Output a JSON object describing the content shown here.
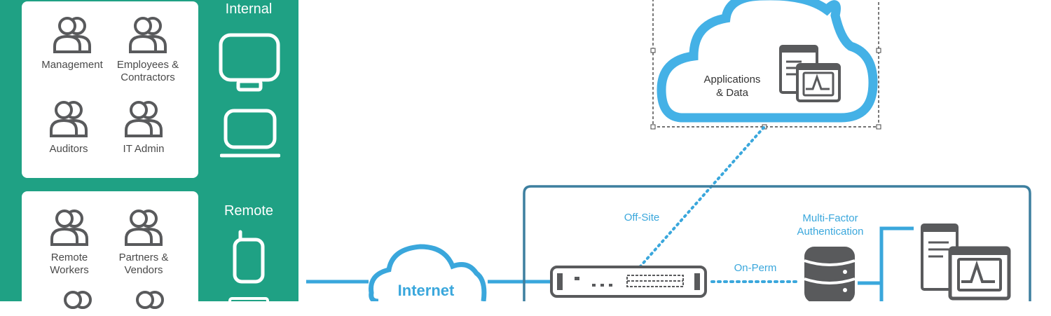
{
  "groups": {
    "internal_label": "Internal",
    "remote_label": "Remote",
    "internal_users": [
      {
        "label": "Management"
      },
      {
        "label": "Employees &\nContractors"
      },
      {
        "label": "Auditors"
      },
      {
        "label": "IT Admin"
      }
    ],
    "remote_users": [
      {
        "label": "Remote\nWorkers"
      },
      {
        "label": "Partners &\nVendors"
      }
    ]
  },
  "cloud": {
    "label": "Applications\n& Data"
  },
  "network": {
    "internet_label": "Internet",
    "offsite_label": "Off-Site",
    "onperm_label": "On-Perm",
    "mfa_label": "Multi-Factor\nAuthentication"
  },
  "colors": {
    "green_panel": "#1fa184",
    "accent_blue": "#3aa7dc",
    "frame_blue": "#3d7f9f",
    "icon_gray": "#595a5c"
  },
  "icons": {
    "user_group": "users-icon",
    "desktop": "monitor-icon",
    "laptop": "laptop-icon",
    "phone": "mobile-phone-icon",
    "firewall": "firewall-appliance-icon",
    "database": "database-icon",
    "app_window": "application-window-icon",
    "cloud": "cloud-icon"
  }
}
